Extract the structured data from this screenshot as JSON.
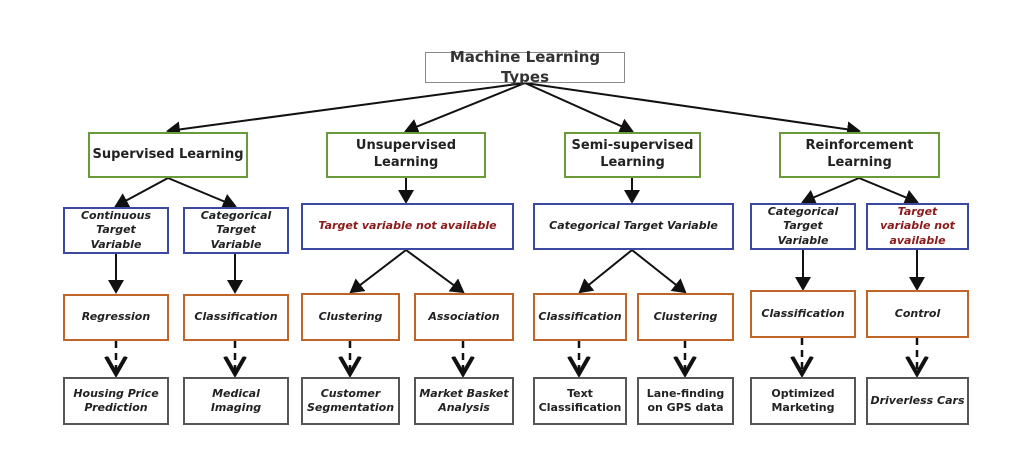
{
  "diagram": {
    "root": "Machine Learning Types",
    "types": [
      {
        "label": "Supervised Learning",
        "targets": [
          {
            "label": "Continuous Target Variable",
            "algorithm": "Regression",
            "example": "Housing Price Prediction"
          },
          {
            "label": "Categorical Target Variable",
            "algorithm": "Classification",
            "example": "Medical Imaging"
          }
        ]
      },
      {
        "label": "Unsupervised Learning",
        "target": "Target variable not available",
        "algorithms": [
          {
            "algorithm": "Clustering",
            "example": "Customer Segmentation"
          },
          {
            "algorithm": "Association",
            "example": "Market Basket Analysis"
          }
        ]
      },
      {
        "label": "Semi-supervised Learning",
        "target": "Categorical Target Variable",
        "algorithms": [
          {
            "algorithm": "Classification",
            "example": "Text Classification"
          },
          {
            "algorithm": "Clustering",
            "example": "Lane-finding on GPS data"
          }
        ]
      },
      {
        "label": "Reinforcement Learning",
        "targets": [
          {
            "label": "Categorical Target Variable",
            "algorithm": "Classification",
            "example": "Optimized Marketing"
          },
          {
            "label": "Target variable not available",
            "algorithm": "Control",
            "example": "Driverless Cars"
          }
        ]
      }
    ]
  },
  "colors": {
    "type_border": "#6a9a3a",
    "target_border": "#3b4aa0",
    "algorithm_border": "#c0652a",
    "example_border": "#555555",
    "unavailable_text": "#8b1a1a"
  }
}
